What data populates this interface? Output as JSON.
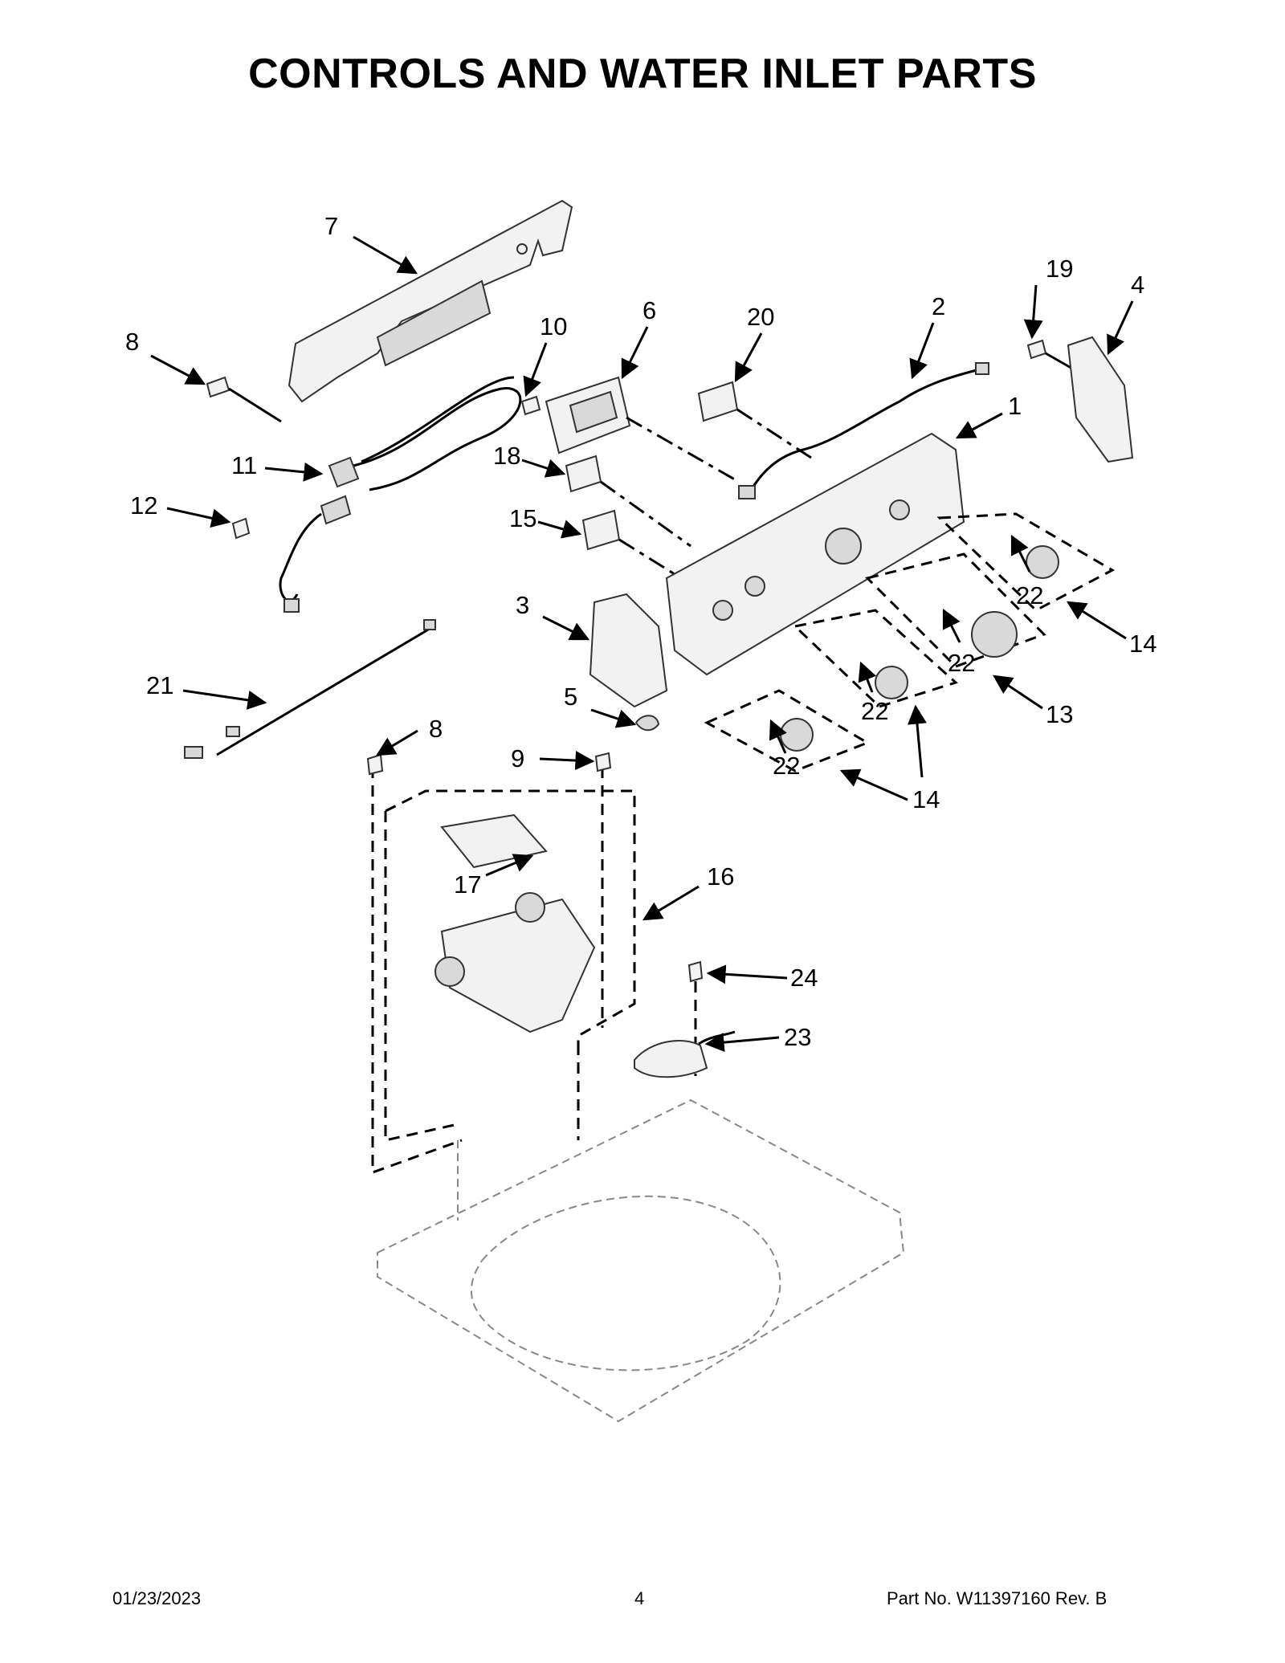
{
  "title": "CONTROLS AND WATER INLET PARTS",
  "footer": {
    "date": "01/23/2023",
    "page": "4",
    "part_number": "Part No.  W11397160  Rev.  B"
  },
  "callouts": [
    {
      "id": "c1",
      "label": "1"
    },
    {
      "id": "c2",
      "label": "2"
    },
    {
      "id": "c3",
      "label": "3"
    },
    {
      "id": "c4",
      "label": "4"
    },
    {
      "id": "c5",
      "label": "5"
    },
    {
      "id": "c6",
      "label": "6"
    },
    {
      "id": "c7",
      "label": "7"
    },
    {
      "id": "c8a",
      "label": "8"
    },
    {
      "id": "c8b",
      "label": "8"
    },
    {
      "id": "c9",
      "label": "9"
    },
    {
      "id": "c10",
      "label": "10"
    },
    {
      "id": "c11",
      "label": "11"
    },
    {
      "id": "c12",
      "label": "12"
    },
    {
      "id": "c13",
      "label": "13"
    },
    {
      "id": "c14a",
      "label": "14"
    },
    {
      "id": "c14b",
      "label": "14"
    },
    {
      "id": "c15",
      "label": "15"
    },
    {
      "id": "c16",
      "label": "16"
    },
    {
      "id": "c17",
      "label": "17"
    },
    {
      "id": "c18",
      "label": "18"
    },
    {
      "id": "c19",
      "label": "19"
    },
    {
      "id": "c20",
      "label": "20"
    },
    {
      "id": "c21",
      "label": "21"
    },
    {
      "id": "c22a",
      "label": "22"
    },
    {
      "id": "c22b",
      "label": "22"
    },
    {
      "id": "c22c",
      "label": "22"
    },
    {
      "id": "c22d",
      "label": "22"
    },
    {
      "id": "c23",
      "label": "23"
    },
    {
      "id": "c24",
      "label": "24"
    }
  ]
}
